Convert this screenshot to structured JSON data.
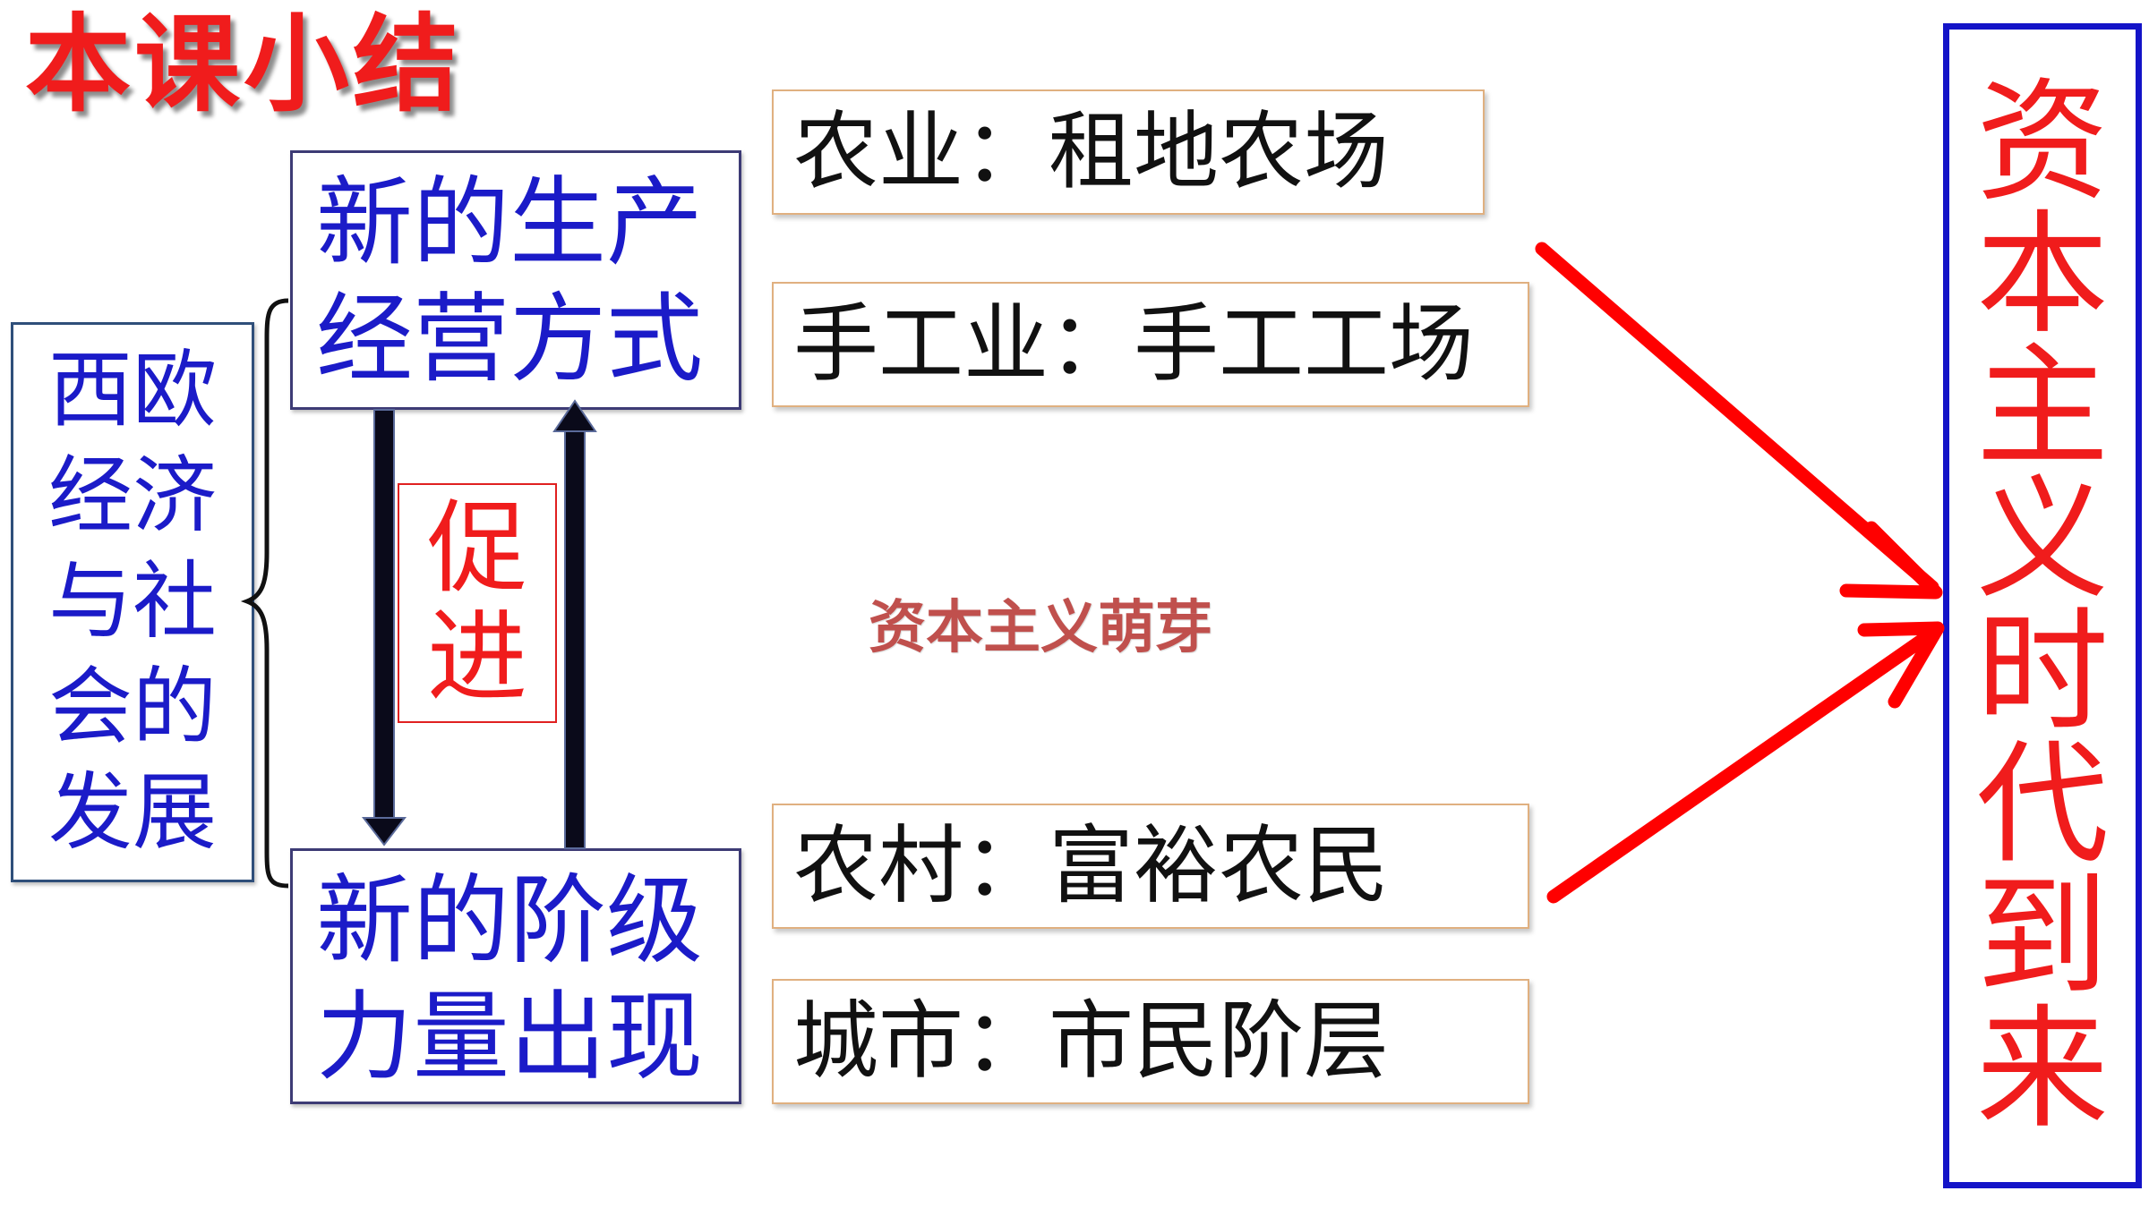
{
  "title": "本课小结",
  "topic": [
    "西欧",
    "经济",
    "与社",
    "会的",
    "发展"
  ],
  "production": [
    "新的生产",
    "经营方式"
  ],
  "classes": [
    "新的阶级",
    "力量出现"
  ],
  "promote": [
    "促",
    "进"
  ],
  "facts": [
    "农业：租地农场",
    "手工业：手工工场",
    "农村：富裕农民",
    "城市：市民阶层"
  ],
  "sprouts_label": "资本主义萌芽",
  "result": [
    "资",
    "本",
    "主",
    "义",
    "时",
    "代",
    "到",
    "来"
  ],
  "colors": {
    "title": "#f01c1c",
    "box_text": "#1b1bc8",
    "arrow_red": "#ff0000",
    "sprouts": "#c0504d",
    "result_border": "#1414c8",
    "dark_arrow": "#0a0a1a"
  }
}
